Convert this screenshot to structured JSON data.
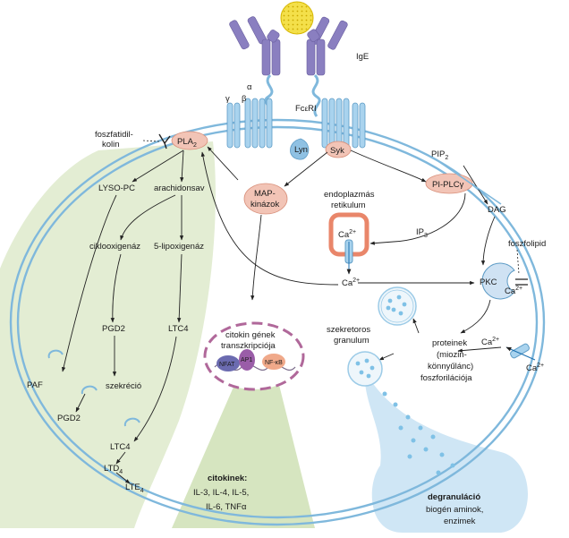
{
  "receptor": {
    "ige": "IgE",
    "alpha": "α",
    "beta": "β",
    "gamma": "γ",
    "fceri_pre": "Fc",
    "fceri_eps": "ε",
    "fceri_post": "RI"
  },
  "kinases": {
    "lyn": "Lyn",
    "syk": "Syk"
  },
  "membrane_left": {
    "phosphatidyl_1": "foszfatidil-",
    "phosphatidyl_2": "kolin",
    "pla2": "PLA",
    "pla2_sub": "2"
  },
  "lipid_path": {
    "lyso_pc": "LYSO-PC",
    "arachidonic": "arachidonsav",
    "cyclooxygenase": "ciklooxigenáz",
    "lipoxygenase": "5-lipoxigenáz",
    "pgd2": "PGD2",
    "ltc4": "LTC4",
    "paf": "PAF",
    "secretion": "szekréció",
    "pgd2_out": "PGD2",
    "ltc4_out": "LTC4",
    "ltd4": "LTD",
    "ltd4_sub": "4",
    "lte4": "LTE",
    "lte4_sub": "4"
  },
  "map": {
    "line1": "MAP-",
    "line2": "kinázok"
  },
  "er": {
    "line1": "endoplazmás",
    "line2": "retikulum"
  },
  "calcium": {
    "base": "Ca",
    "sup": "2+"
  },
  "plc": {
    "pip": "PIP",
    "pip_sub": "2",
    "plc": "PI-PLCγ",
    "dag": "DAG",
    "ip": "IP",
    "ip_sub": "3"
  },
  "pkc": {
    "label": "PKC",
    "phospholipid": "foszfolipid"
  },
  "nucleus": {
    "line1": "citokin gének",
    "line2": "transzkripciója",
    "tf": [
      "NFAT",
      "AP1",
      "NF-κB"
    ]
  },
  "granule": {
    "line1": "szekretoros",
    "line2": "granulum"
  },
  "proteins": {
    "line1": "proteinek",
    "line2": "(miozin-",
    "line3": "könnyűlánc)",
    "line4": "foszforilációja"
  },
  "cytokines": {
    "title": "citokinek:",
    "line1": "IL-3, IL-4, IL-5,",
    "line2": "IL-6, TNFα"
  },
  "degranulation": {
    "title": "degranuláció",
    "line1": "biogén aminok,",
    "line2": "enzimek"
  },
  "colors": {
    "membrane": "#7fb8dc",
    "receptor_purple": "#8a7fc0",
    "pale_green": "#e3edd3",
    "pale_blue": "#cfe6f5",
    "enzyme_salmon": "#f2c4b6",
    "er_orange": "#e9866a",
    "nucleus_magenta": "#b0689a",
    "antigen_yellow": "#f4e04a"
  }
}
